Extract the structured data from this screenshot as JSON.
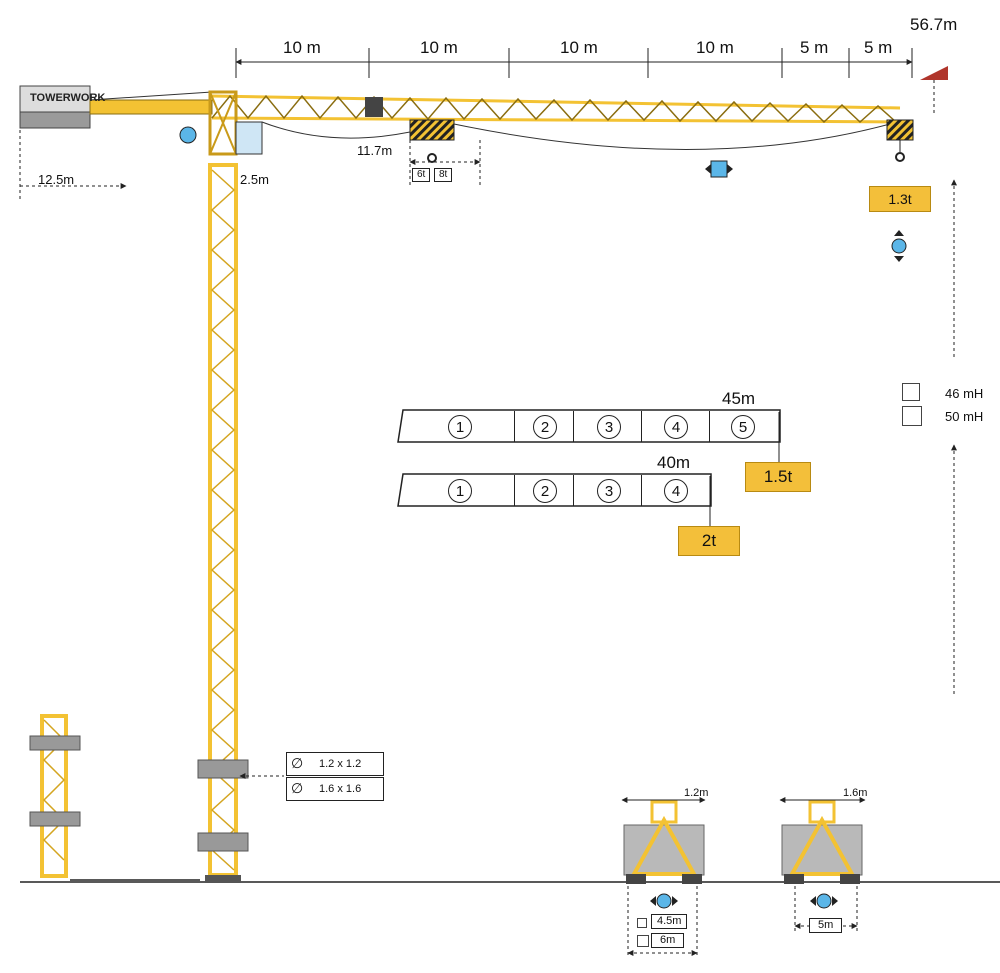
{
  "boom_dims": [
    "10 m",
    "10 m",
    "10 m",
    "10 m",
    "5 m",
    "5 m"
  ],
  "max_height": "56.7m",
  "counter_jib": "12.5m",
  "hook_height": "11.7m",
  "cab_offset": "2.5m",
  "trolley_loads": [
    "6t",
    "8t"
  ],
  "brand": "TOWERWORK",
  "tip_load": "1.3t",
  "heights": [
    "46 mH",
    "50 mH"
  ],
  "jib_45": {
    "length": "45m",
    "sections": [
      "1",
      "2",
      "3",
      "4",
      "5"
    ],
    "load": "1.5t"
  },
  "jib_40": {
    "length": "40m",
    "sections": [
      "1",
      "2",
      "3",
      "4"
    ],
    "load": "2t"
  },
  "mast_sections": [
    "1.2 x 1.2",
    "1.6 x 1.6"
  ],
  "base_a": {
    "width": "1.2m",
    "spans": [
      "4.5m",
      "6m"
    ]
  },
  "base_b": {
    "width": "1.6m",
    "span": "5m"
  },
  "colors": {
    "crane": "#f3c233",
    "load": "#f3bf3a",
    "accent_blue": "#5bb6e8",
    "dark": "#222222"
  }
}
